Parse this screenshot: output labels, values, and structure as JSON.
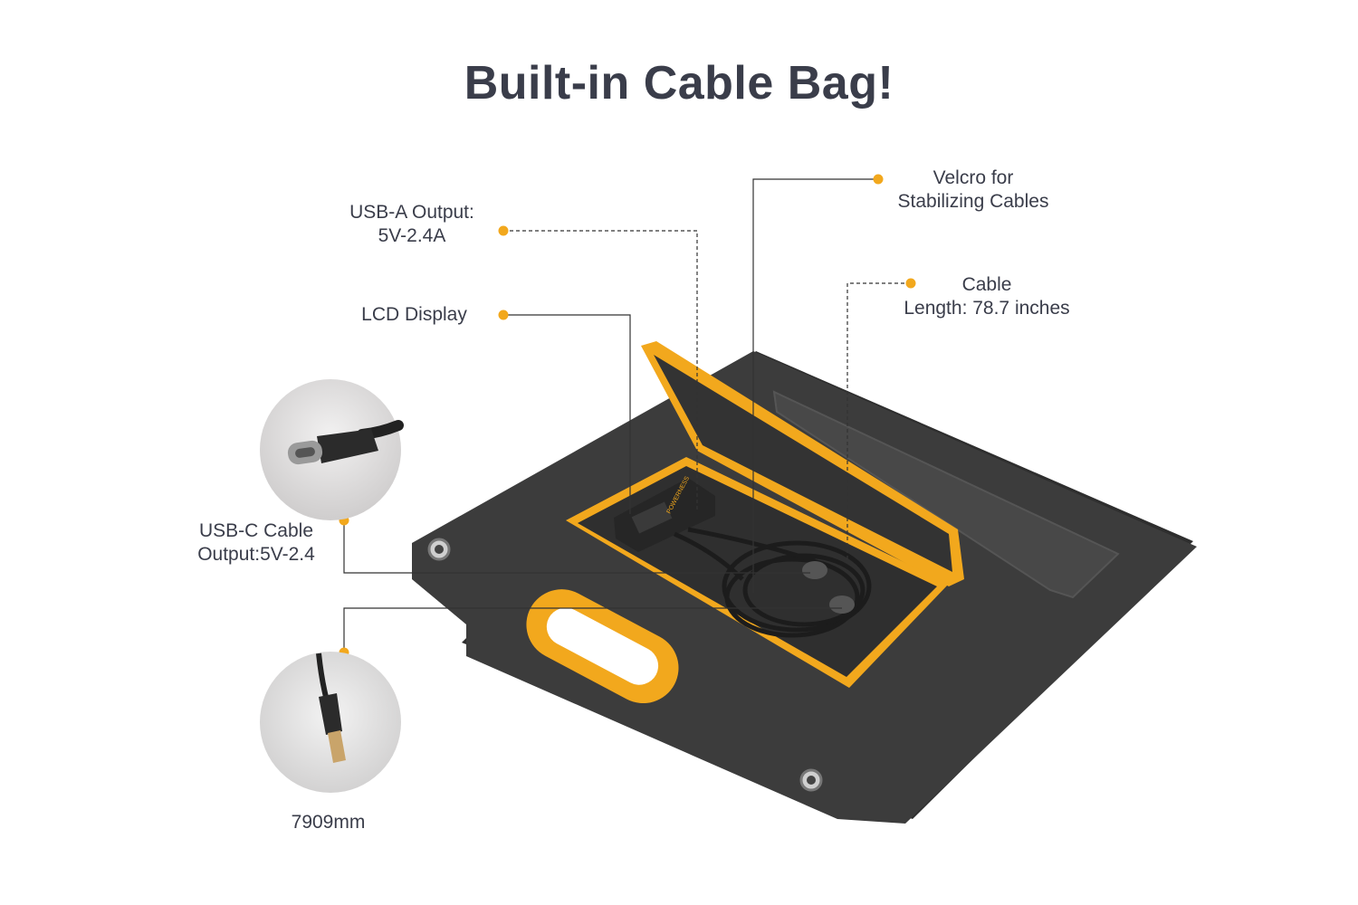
{
  "title": "Built-in Cable Bag!",
  "brand": "POWERNESS",
  "colors": {
    "accent": "#f2a81d",
    "panel": "#3a3a3a",
    "text": "#3a3d4a"
  },
  "callouts": {
    "usb_a": {
      "line1": "USB-A Output:",
      "line2": "5V-2.4A"
    },
    "lcd": {
      "line1": "LCD Display"
    },
    "velcro": {
      "line1": "Velcro for",
      "line2": "Stabilizing Cables"
    },
    "cable_length": {
      "line1": "Cable",
      "line2": "Length: 78.7 inches"
    },
    "usb_c": {
      "line1": "USB-C Cable",
      "line2": "Output:5V-2.4"
    },
    "dc": {
      "line1": "7909mm"
    }
  }
}
